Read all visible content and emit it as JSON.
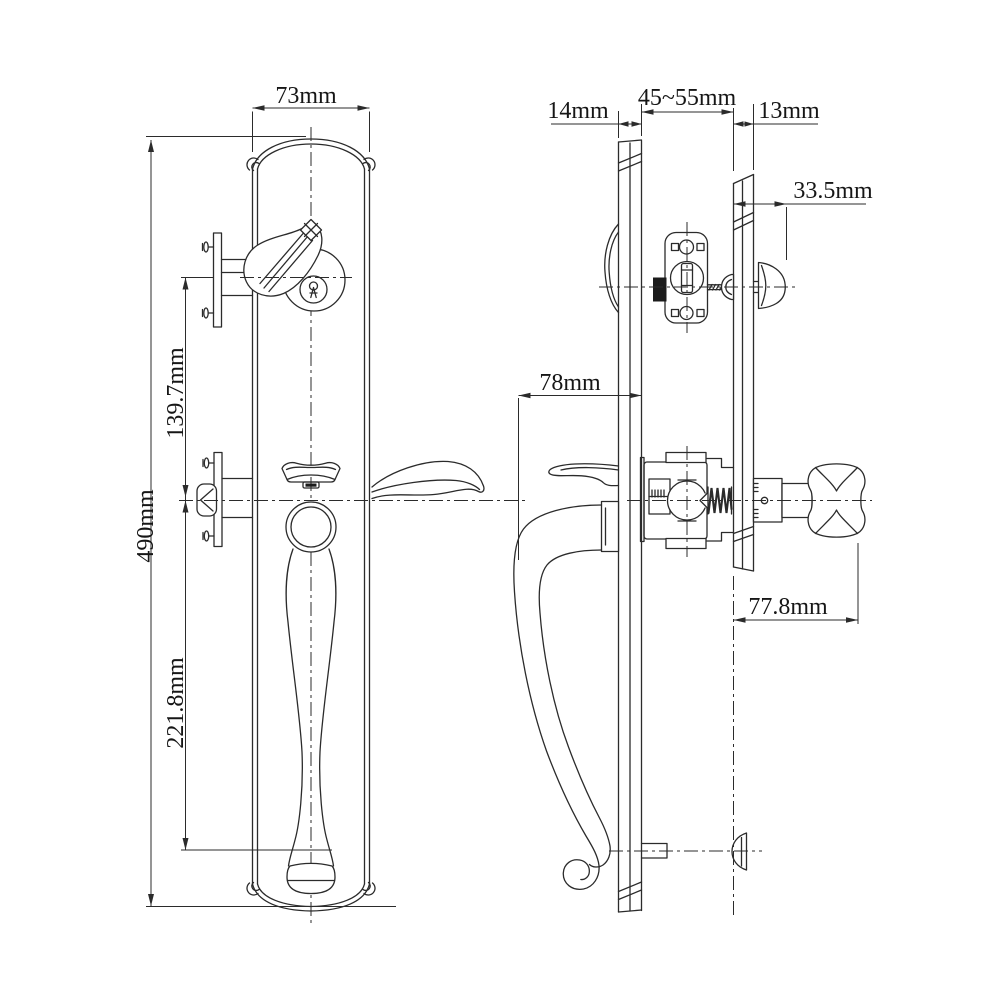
{
  "meta": {
    "type": "technical-dimension-drawing",
    "subject": "entrance door handleset - front view and side view",
    "unit": "mm"
  },
  "labels": {
    "plate_width": "73mm",
    "plate_height": "490mm",
    "deadbolt_to_lever": "139.7mm",
    "lever_to_grip_end": "221.8mm",
    "exterior_plate_thickness": "14mm",
    "door_thickness": "45~55mm",
    "interior_plate_thickness": "13mm",
    "thumbturn_projection": "33.5mm",
    "grip_projection": "78mm",
    "lever_projection": "77.8mm"
  },
  "style": {
    "line_color": "#2b2b2b",
    "text_color": "#161616",
    "background": "#ffffff"
  }
}
